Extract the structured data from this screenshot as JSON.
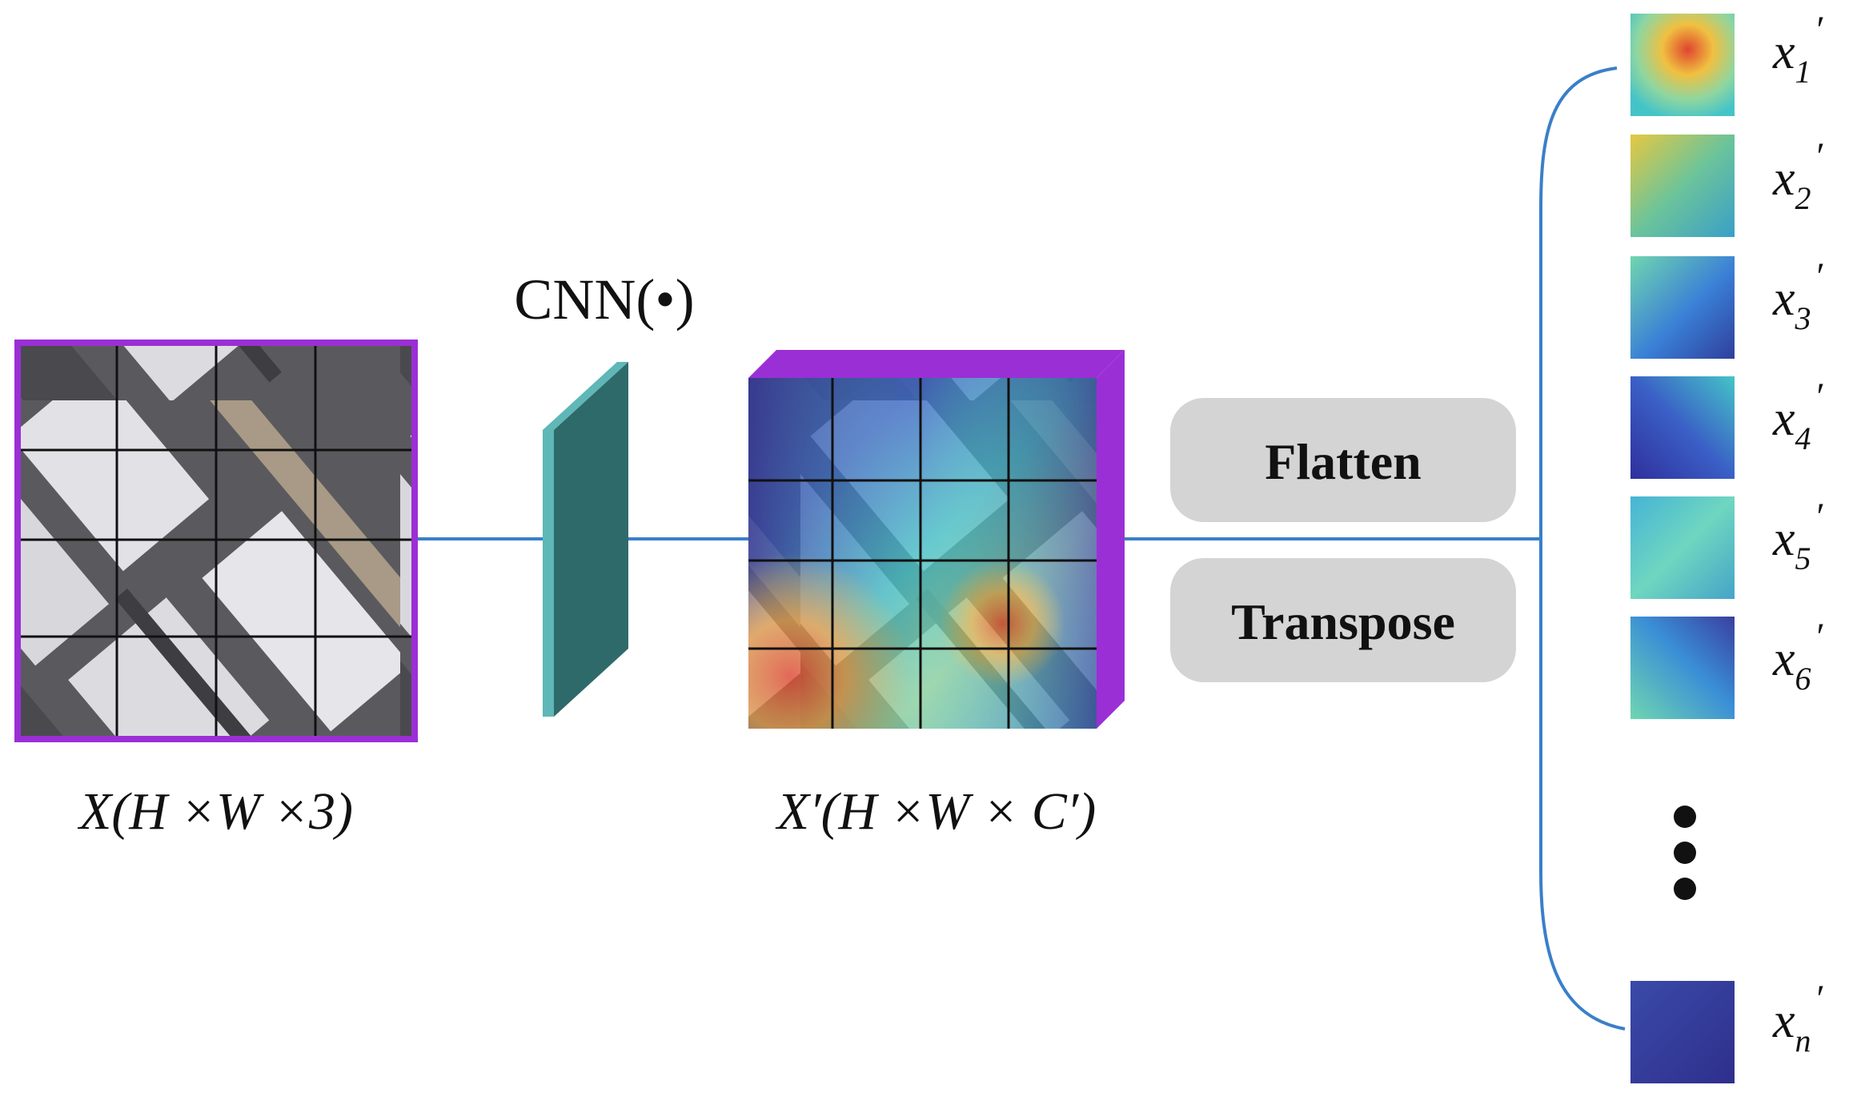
{
  "cnn_label": "CNN(•)",
  "input": {
    "caption_var": "X",
    "caption_dims": "(H ×W ×3)",
    "frame_color": "#9b2fd6",
    "grid": [
      4,
      4
    ]
  },
  "feature": {
    "caption_var": "X′",
    "caption_dims": "(H ×W × C′)",
    "frame_color": "#9b2fd6",
    "grid": [
      4,
      4
    ],
    "heat_colors": [
      "#2f2f9c",
      "#3a7fd6",
      "#45c4c8",
      "#b9e07a",
      "#f0c040",
      "#e0452f"
    ]
  },
  "buttons": {
    "flatten": "Flatten",
    "transpose": "Transpose"
  },
  "tokens": [
    {
      "base": "x",
      "sub": "1",
      "prime": "′"
    },
    {
      "base": "x",
      "sub": "2",
      "prime": "′"
    },
    {
      "base": "x",
      "sub": "3",
      "prime": "′"
    },
    {
      "base": "x",
      "sub": "4",
      "prime": "′"
    },
    {
      "base": "x",
      "sub": "5",
      "prime": "′"
    },
    {
      "base": "x",
      "sub": "6",
      "prime": "′"
    },
    {
      "base": "x",
      "sub": "n",
      "prime": "′"
    }
  ],
  "ellipsis_dots": 3,
  "colors": {
    "connector": "#3a7fc9",
    "cnn_block": "#2f6a6a",
    "cnn_top": "#5fb7b7",
    "button_fill": "#d4d4d4"
  }
}
